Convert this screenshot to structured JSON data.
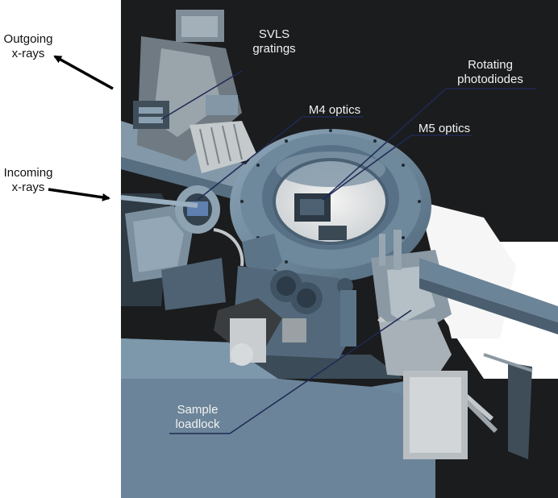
{
  "labels": {
    "outgoing": "Outgoing\nx-rays",
    "incoming": "Incoming\nx-rays",
    "svls": "SVLS\ngratings",
    "rotating": "Rotating\nphotodiodes",
    "m4": "M4 optics",
    "m5": "M5 optics",
    "sample": "Sample\nloadlock"
  },
  "colors": {
    "background_dark": "#1b1c1e",
    "chamber_blue": "#5f7a8e",
    "chamber_light": "#8aa3b4",
    "floor": "#6f8aa0",
    "pointer_line": "#1f2a55",
    "arrow": "#000000"
  }
}
